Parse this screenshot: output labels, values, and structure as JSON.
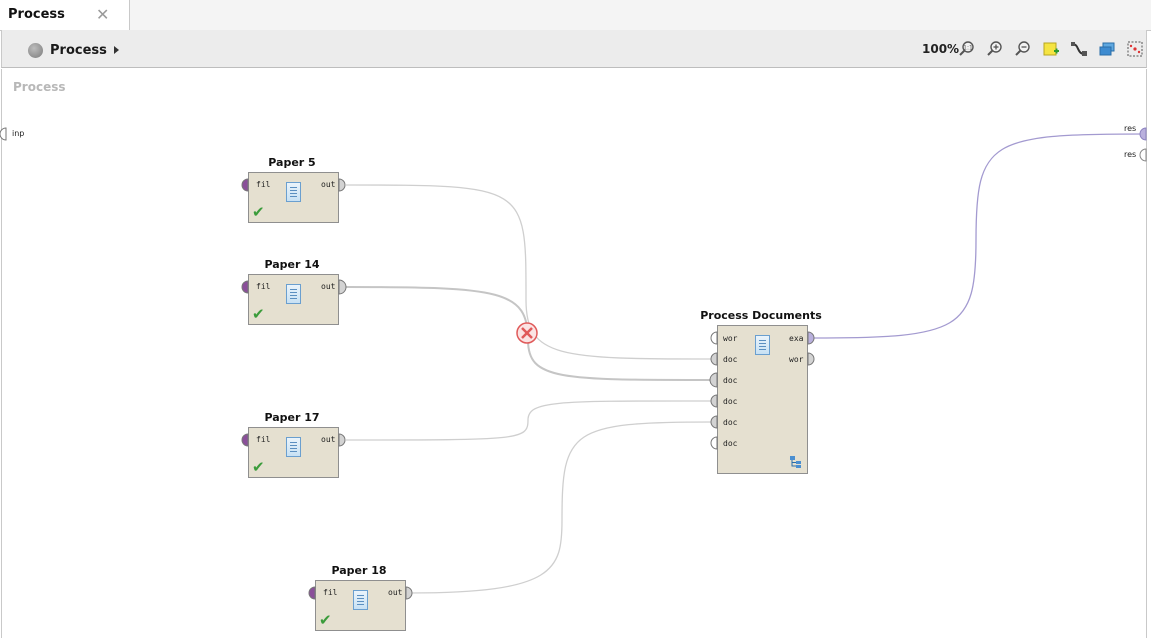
{
  "tab": {
    "label": "Process"
  },
  "breadcrumb": {
    "label": "Process"
  },
  "toolbar": {
    "zoom": "100%",
    "icons": [
      "zoom-reset-icon",
      "zoom-in-icon",
      "zoom-out-icon",
      "add-note-icon",
      "auto-wire-icon",
      "arrange-icon",
      "fit-icon"
    ]
  },
  "canvas": {
    "title": "Process",
    "input_port": "inp",
    "result_ports": [
      "res",
      "res"
    ]
  },
  "operators": [
    {
      "name": "Paper 5",
      "in": "fil",
      "out": "out"
    },
    {
      "name": "Paper 14",
      "in": "fil",
      "out": "out"
    },
    {
      "name": "Paper 17",
      "in": "fil",
      "out": "out"
    },
    {
      "name": "Paper 18",
      "in": "fil",
      "out": "out"
    }
  ],
  "process_documents": {
    "name": "Process Documents",
    "inputs": [
      "wor",
      "doc",
      "doc",
      "doc",
      "doc",
      "doc"
    ],
    "outputs": [
      "exa",
      "wor"
    ]
  },
  "colors": {
    "port_purple": "#8a4f9a",
    "wire_purple": "#a39ad0",
    "error_red": "#e05a5a"
  }
}
